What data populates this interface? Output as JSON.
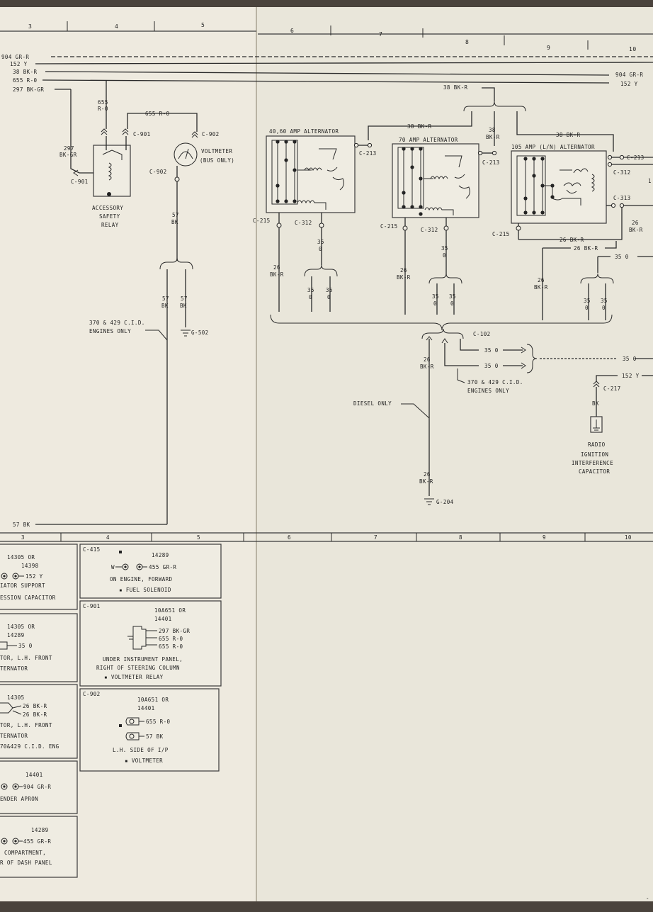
{
  "grid_columns_top": [
    "3",
    "4",
    "5",
    "6",
    "7",
    "8",
    "9",
    "10"
  ],
  "grid_columns_bottom": [
    "3",
    "4",
    "5",
    "6",
    "7",
    "8",
    "9",
    "10"
  ],
  "bus_wires": {
    "w904": "904 GR-R",
    "w152": "152 Y",
    "w38": "38 BK-R",
    "w655": "655 R-0",
    "w297": "297 BK-GR",
    "w904_right": "904 GR-R",
    "w152_right": "152 Y"
  },
  "relay": {
    "wire_in": "655",
    "wire_in2": "R-0",
    "wire_out": "655 R-0",
    "c901_a": "C-901",
    "c901_b": "C-901",
    "w297a": "297",
    "w297b": "BK-GR",
    "name1": "ACCESSORY",
    "name2": "SAFETY",
    "name3": "RELAY"
  },
  "voltmeter": {
    "c902_top": "C-902",
    "c902_bottom": "C-902",
    "name1": "VOLTMETER",
    "name2": "(BUS ONLY)",
    "w57a": "57",
    "w57b": "BK",
    "w57l1": "57",
    "w57l2": "BK",
    "w57r1": "57",
    "w57r2": "BK",
    "ground": "G-502"
  },
  "engines_note": {
    "l1": "370 & 429 C.I.D.",
    "l2": "ENGINES ONLY"
  },
  "bottom_wire": "57 BK",
  "alt40": {
    "title": "40,60 AMP ALTERNATOR",
    "c213": "C-213",
    "c215": "C-215",
    "c312": "C-312",
    "w26a": "26",
    "w26b": "BK-R",
    "w35a": "35",
    "w35b": "0",
    "w35l1": "35",
    "w35l2": "0",
    "w35r1": "35",
    "w35r2": "0"
  },
  "alt70": {
    "title": "70 AMP ALTERNATOR",
    "c213": "C-213",
    "c215": "C-215",
    "c312": "C-312",
    "w26a": "26",
    "w26b": "BK-R",
    "w35a": "35",
    "w35b": "0",
    "w35l1": "35",
    "w35l2": "0",
    "w35r1": "35",
    "w35r2": "0"
  },
  "alt105": {
    "title": "105 AMP (L/N) ALTERNATOR",
    "c213": "C-213",
    "c312": "C-312",
    "c313": "C-313",
    "c215": "C-215",
    "w26bk_a": "26 BK-R",
    "w26bk_b": "26 BK-R",
    "w26r1": "26",
    "w26r2": "BK-R",
    "w26d1": "26",
    "w26d2": "BK-R",
    "w35_0": "35 0",
    "w35l1": "35",
    "w35l2": "0",
    "w35r1": "35",
    "w35r2": "0"
  },
  "feed38": {
    "w38_mid": "38 BK-R",
    "w38_left": "38 BK-R",
    "w38v1": "38",
    "w38v2": "BK-R",
    "w38_right": "38 BK-R"
  },
  "c102": {
    "label": "C-102",
    "w26a": "26",
    "w26b": "BK-R",
    "w35a": "35 0",
    "w35b": "35 0",
    "w35_out": "35 0",
    "note1": "370 & 429 C.I.D.",
    "note2": "ENGINES ONLY",
    "diesel": "DIESEL ONLY",
    "w26c": "26",
    "w26d": "BK-R",
    "ground": "G-204"
  },
  "radio": {
    "w152": "152 Y",
    "c217": "C-217",
    "bk": "BK",
    "name1": "RADIO",
    "name2": "IGNITION",
    "name3": "INTERFERENCE",
    "name4": "CAPACITOR"
  },
  "connector_boxes": [
    {
      "id": "",
      "part1": "14305 OR",
      "part2": "14398",
      "wire1": "152 Y",
      "wire2": "",
      "wire3": "",
      "loc1": "IATOR SUPPORT",
      "loc2": "ESSION CAPACITOR",
      "loc3": ""
    },
    {
      "id": "",
      "part1": "14305 OR",
      "part2": "14289",
      "wire1": "35 0",
      "wire2": "",
      "wire3": "",
      "loc1": "TOR, L.H. FRONT",
      "loc2": "TERNATOR",
      "loc3": ""
    },
    {
      "id": "",
      "part1": "14305",
      "part2": "",
      "wire1": "26 BK-R",
      "wire2": "26 BK-R",
      "wire3": "",
      "loc1": "TOR, L.H. FRONT",
      "loc2": "TERNATOR",
      "loc3": "70&429 C.I.D. ENG"
    },
    {
      "id": "",
      "part1": "14401",
      "part2": "",
      "wire1": "904 GR-R",
      "wire2": "",
      "wire3": "",
      "loc1": "ENDER APRON",
      "loc2": "",
      "loc3": ""
    },
    {
      "id": "",
      "part1": "14289",
      "part2": "",
      "wire1": "455 GR-R",
      "wire2": "",
      "wire3": "",
      "loc1": "COMPARTMENT,",
      "loc2": "R OF DASH PANEL",
      "loc3": ""
    },
    {
      "id": "C-415",
      "part1": "14289",
      "part2": "",
      "wire1": "455 GR-R",
      "wire2": "",
      "wire3": "",
      "pin": "W",
      "loc1": "ON ENGINE, FORWARD",
      "loc2": "▪ FUEL SOLENOID",
      "loc3": ""
    },
    {
      "id": "C-901",
      "part1": "10A651 OR",
      "part2": "14401",
      "wire1": "297 BK-GR",
      "wire2": "655 R-0",
      "wire3": "655 R-0",
      "loc1": "UNDER INSTRUMENT PANEL,",
      "loc2": "RIGHT OF STEERING COLUMN",
      "loc3": "▪ VOLTMETER RELAY"
    },
    {
      "id": "C-902",
      "part1": "10A651 OR",
      "part2": "14401",
      "wire1": "655 R-0",
      "wire2": "57 BK",
      "wire3": "",
      "loc1": "L.H. SIDE OF I/P",
      "loc2": "▪ VOLTMETER",
      "loc3": ""
    }
  ],
  "edge_marks": {
    "right_edge_1": "1",
    "right_edge_2": "-"
  }
}
